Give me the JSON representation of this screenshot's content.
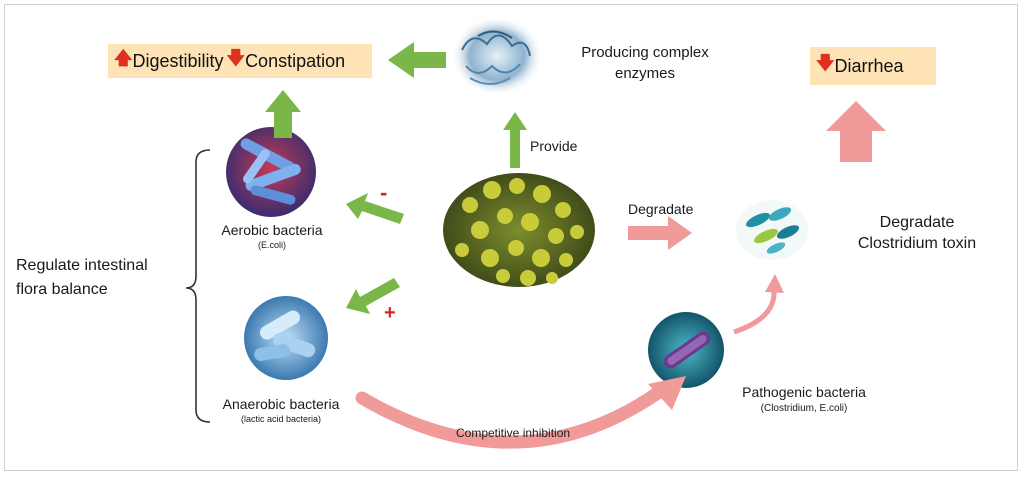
{
  "outcome_left": {
    "prefix": "Digestibility",
    "suffix": "Constipation",
    "up_arrow": "arrow-up-icon",
    "down_arrow": "arrow-down-icon"
  },
  "outcome_right": {
    "text": "Diarrhea",
    "down_arrow": "arrow-down-icon"
  },
  "enzymes": {
    "line1": "Producing complex",
    "line2": "enzymes"
  },
  "provide": "Provide",
  "degradate_label": "Degradate",
  "toxin": {
    "line1": "Degradate",
    "line2": "Clostridium toxin"
  },
  "aerobic": {
    "name": "Aerobic bacteria",
    "sub": "(E.coli)",
    "sign": "-"
  },
  "anaerobic": {
    "name": "Anaerobic bacteria",
    "sub": "(lactic acid bacteria)",
    "sign": "+"
  },
  "regulate": {
    "line1": "Regulate intestinal",
    "line2": "flora balance"
  },
  "pathogenic": {
    "name": "Pathogenic bacteria",
    "sub": "(Clostridium, E.coli)"
  },
  "competitive": "Competitive inhibition",
  "colors": {
    "green_arrow": "#7ab648",
    "pink_arrow": "#f19a9a",
    "box": "#fde3b5",
    "red": "#e0301e"
  }
}
